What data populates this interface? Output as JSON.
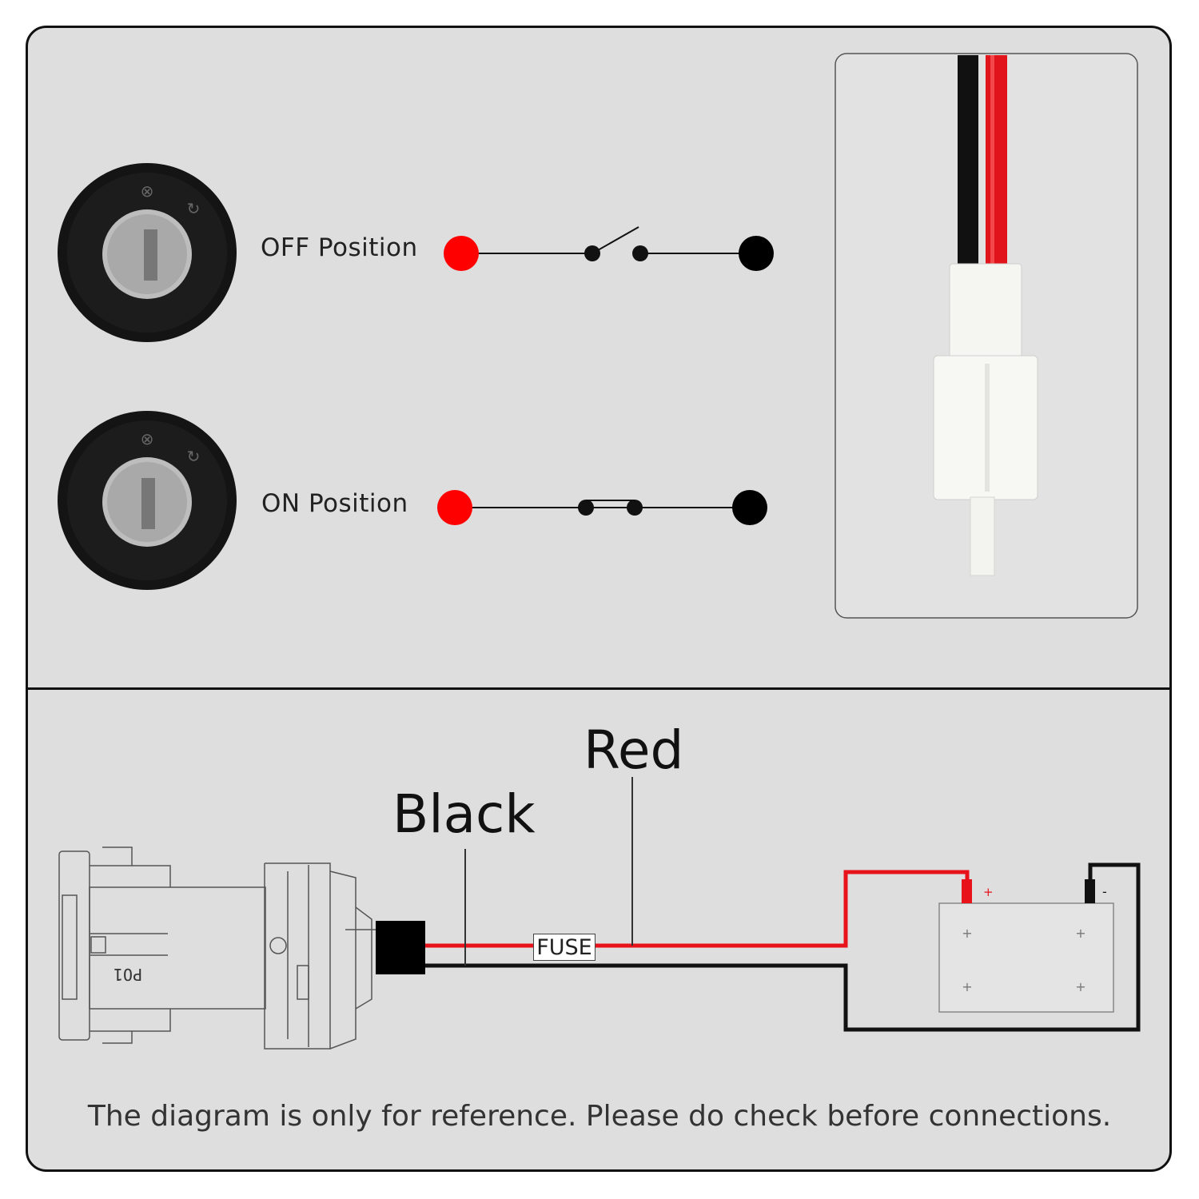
{
  "switch_positions": [
    {
      "label": "OFF Position",
      "state": "open"
    },
    {
      "label": "ON Position",
      "state": "closed"
    }
  ],
  "wiring": {
    "black_label": "Black",
    "red_label": "Red",
    "fuse_label": "FUSE",
    "plug_marking": "PO1",
    "battery_positive": "+",
    "battery_negative": "-"
  },
  "footer_note": "The diagram is only for reference. Please do check before connections.",
  "colors": {
    "background": "#dededf",
    "red_wire": "#e8121a",
    "black_wire": "#111111",
    "border": "#111111"
  },
  "icons": [
    "key-switch-icon",
    "connector-plug-icon",
    "battery-icon",
    "switch-symbol-icon"
  ]
}
